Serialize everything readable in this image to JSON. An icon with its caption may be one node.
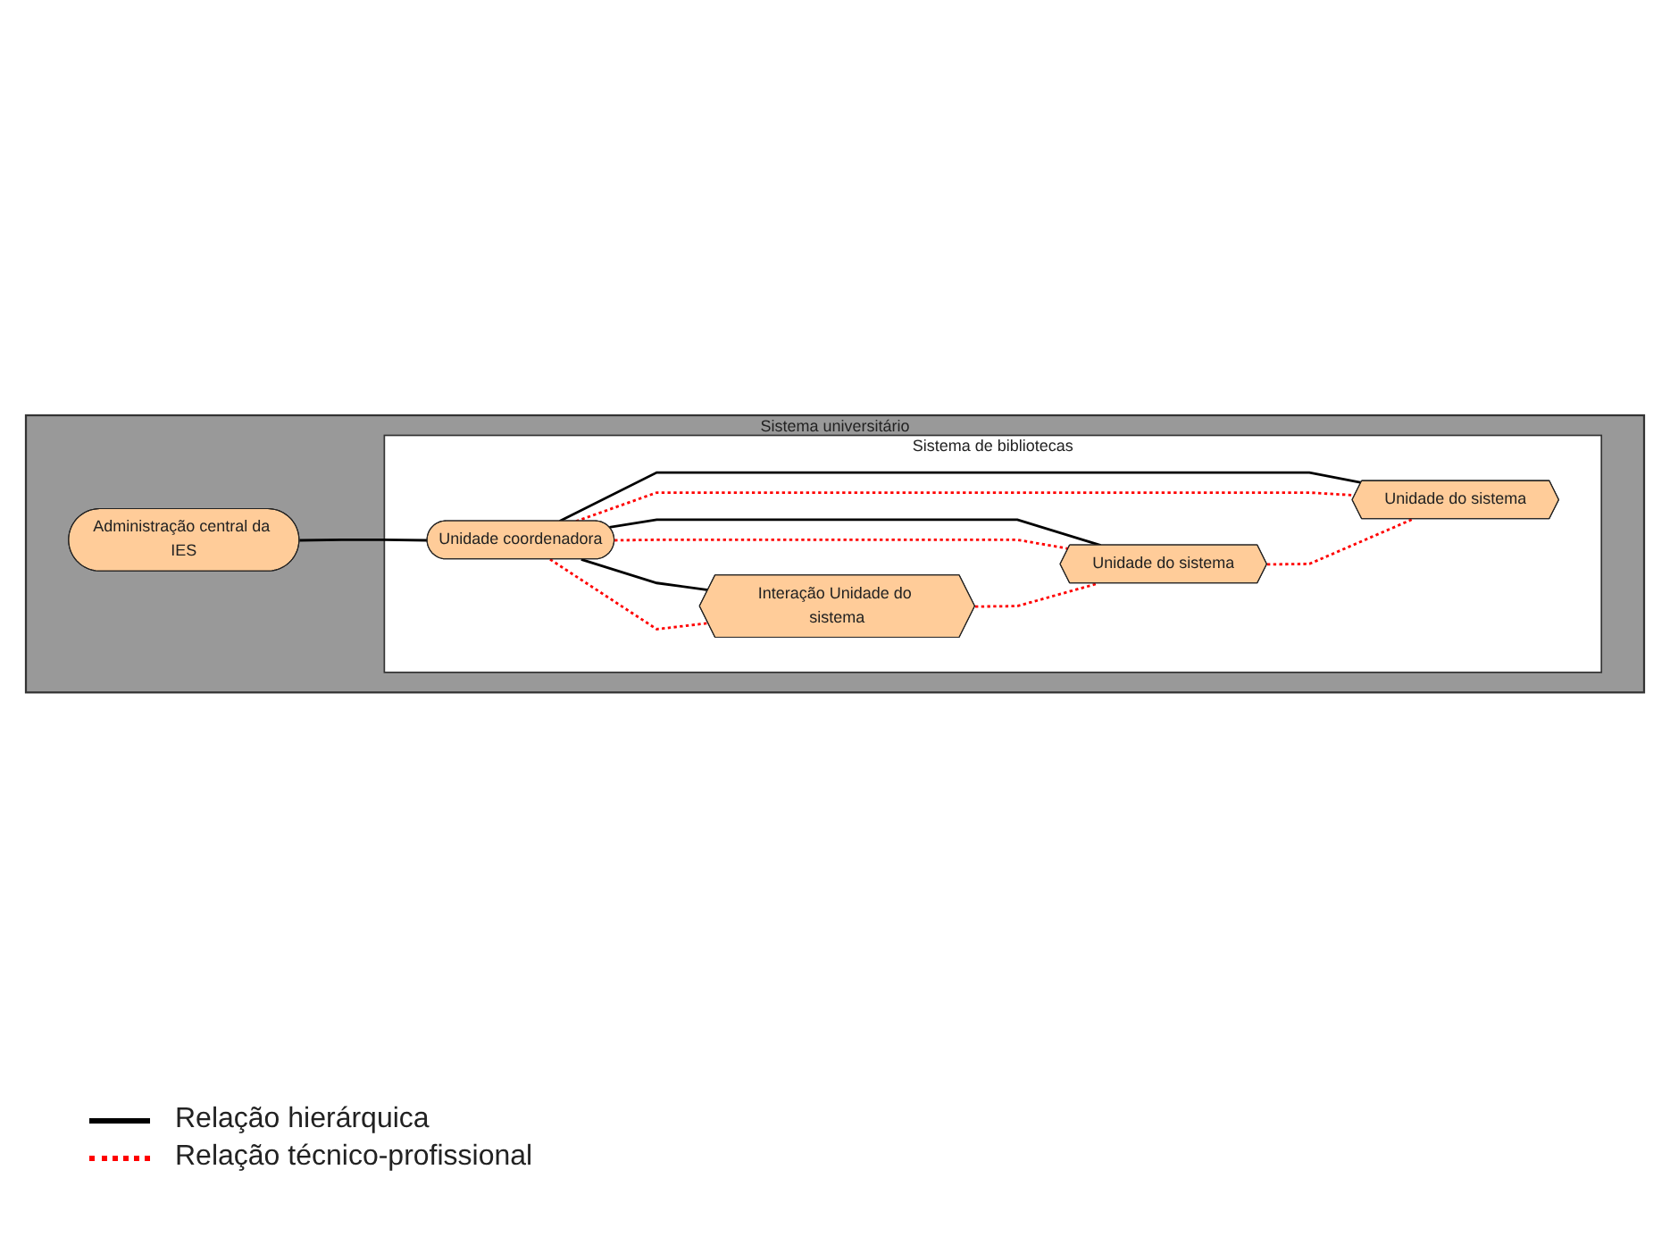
{
  "diagram": {
    "nodes": [
      {
        "text": [
          "Sistema universitário"
        ]
      },
      {
        "text": [
          "Administração central da IES"
        ],
        "in": 0
      },
      {
        "text": [
          "Sistema de bibliotecas"
        ],
        "in": 0
      },
      {
        "text": [
          "Unidade coordenadora"
        ],
        "in": 2
      },
      {
        "text": [
          "Interação Unidade do sistema"
        ],
        "in": 2
      },
      {
        "text": [
          "Unidade do sistema"
        ],
        "in": 2
      },
      {
        "text": [
          "Unidade do sistema"
        ],
        "in": 2
      }
    ],
    "edges": [
      {
        "from": 1,
        "to": 3,
        "arrow": "none",
        "color": "#000000"
      },
      {
        "from": 3,
        "to": 4,
        "arrow": "none",
        "color": "#000000"
      },
      {
        "from": 3,
        "to": 4,
        "arrow": "none",
        "style": "dashed",
        "color": "#ff0000"
      },
      {
        "from": 3,
        "to": 5,
        "arrow": "none",
        "color": "#000000"
      },
      {
        "from": 3,
        "to": 5,
        "arrow": "none",
        "style": "dashed",
        "color": "#ff0000"
      },
      {
        "from": 3,
        "to": 6,
        "arrow": "none",
        "color": "#000000"
      },
      {
        "from": 3,
        "to": 6,
        "arrow": "none",
        "style": "dashed",
        "color": "#ff0000"
      },
      {
        "from": 4,
        "to": 5,
        "arrow": "none",
        "style": "dashed",
        "color": "#ff0000"
      },
      {
        "from": 5,
        "to": 6,
        "arrow": "none",
        "style": "dashed",
        "color": "#ff0000"
      }
    ],
    "legend": [
      {
        "text": "Relação hierárquica"
      },
      {
        "text": "Relação técnico-profissional"
      }
    ]
  }
}
